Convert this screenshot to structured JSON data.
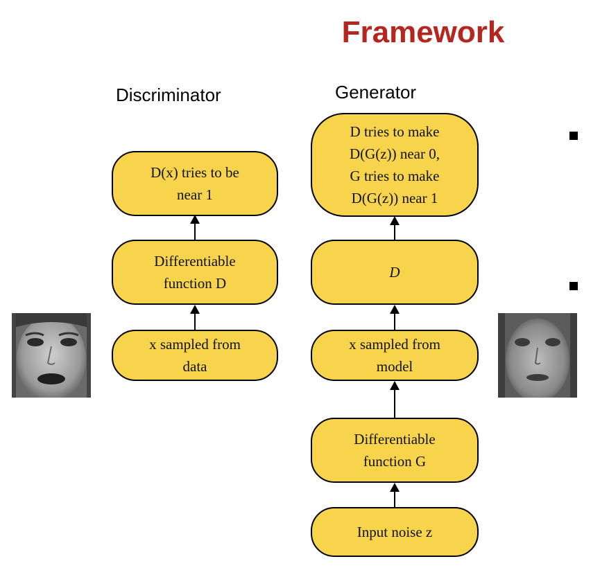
{
  "title": "Framework",
  "discriminator": {
    "label": "Discriminator",
    "nodes": [
      {
        "line1": "D(x) tries to be",
        "line2": "near 1"
      },
      {
        "line1": "Differentiable",
        "line2": "function D"
      },
      {
        "line1": "x sampled from",
        "line2": "data"
      }
    ]
  },
  "generator": {
    "label": "Generator",
    "top_node": {
      "line1": "D tries to make",
      "line2": "D(G(z)) near 0,",
      "line3": "G tries to make",
      "line4": "D(G(z)) near 1"
    },
    "nodes": [
      {
        "line1": "D"
      },
      {
        "line1": "x sampled from",
        "line2": "model"
      },
      {
        "line1": "Differentiable",
        "line2": "function G"
      },
      {
        "line1": "Input noise z"
      }
    ]
  }
}
